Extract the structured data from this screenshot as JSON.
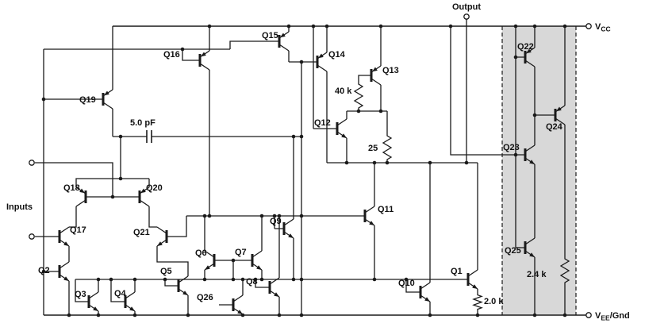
{
  "schematic": {
    "region_fill": "#d8d8d8",
    "wire_color": "#1a1a1a"
  },
  "terminals": {
    "output": "Output",
    "inputs": "Inputs",
    "vcc_main": "V",
    "vcc_sub": "CC",
    "vee_main": "V",
    "vee_sub": "EE",
    "vee_suffix": "/Gnd"
  },
  "components": {
    "q1": "Q1",
    "q2": "Q2",
    "q3": "Q3",
    "q4": "Q4",
    "q5": "Q5",
    "q6": "Q6",
    "q7": "Q7",
    "q8": "Q8",
    "q9": "Q9",
    "q10": "Q10",
    "q11": "Q11",
    "q12": "Q12",
    "q13": "Q13",
    "q14": "Q14",
    "q15": "Q15",
    "q16": "Q16",
    "q17": "Q17",
    "q18": "Q18",
    "q19": "Q19",
    "q20": "Q20",
    "q21": "Q21",
    "q22": "Q22",
    "q23": "Q23",
    "q24": "Q24",
    "q25": "Q25",
    "q26": "Q26",
    "r_40k": "40 k",
    "r_25": "25",
    "r_2_0k": "2.0 k",
    "r_2_4k": "2.4 k",
    "c_5pf": "5.0 pF"
  }
}
